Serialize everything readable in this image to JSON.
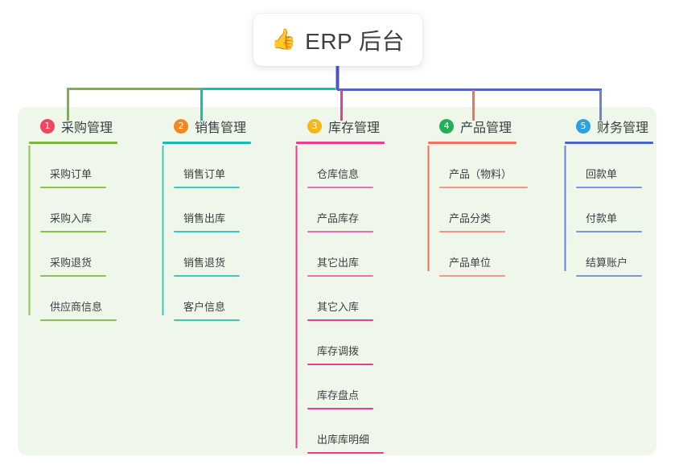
{
  "root": {
    "icon": "thumbs-up-emoji",
    "emoji": "👍",
    "title": "ERP 后台"
  },
  "colors": {
    "panel_background": "#eef7e9",
    "page_background": "#ffffff",
    "root_stem": "#4a54c4",
    "bus_left": "#7cb342",
    "bus_mid": "#18bdae",
    "bus_right": "#4a54c4",
    "text": "#3c4043"
  },
  "columns": [
    {
      "number": "1",
      "title": "采购管理",
      "badge_color": "#f0475f",
      "line_color": "#7cb342",
      "items": [
        {
          "label": "采购订单"
        },
        {
          "label": "采购入库"
        },
        {
          "label": "采购退货"
        },
        {
          "label": "供应商信息"
        }
      ]
    },
    {
      "number": "2",
      "title": "销售管理",
      "badge_color": "#f5871f",
      "line_color": "#18bdae",
      "items": [
        {
          "label": "销售订单"
        },
        {
          "label": "销售出库"
        },
        {
          "label": "销售退货"
        },
        {
          "label": "客户信息"
        }
      ]
    },
    {
      "number": "3",
      "title": "库存管理",
      "badge_color": "#f5b719",
      "line_color": "#e83e8c",
      "items": [
        {
          "label": "仓库信息"
        },
        {
          "label": "产品库存"
        },
        {
          "label": "其它出库"
        },
        {
          "label": "其它入库"
        },
        {
          "label": "库存调拨"
        },
        {
          "label": "库存盘点"
        },
        {
          "label": "出库库明细"
        }
      ]
    },
    {
      "number": "4",
      "title": "产品管理",
      "badge_color": "#21b05a",
      "line_color": "#f4705e",
      "items": [
        {
          "label": "产品（物料）"
        },
        {
          "label": "产品分类"
        },
        {
          "label": "产品单位"
        }
      ]
    },
    {
      "number": "5",
      "title": "财务管理",
      "badge_color": "#29a3dc",
      "line_color": "#6d82d6",
      "items": [
        {
          "label": "回款单"
        },
        {
          "label": "付款单"
        },
        {
          "label": "结算账户"
        }
      ]
    }
  ]
}
